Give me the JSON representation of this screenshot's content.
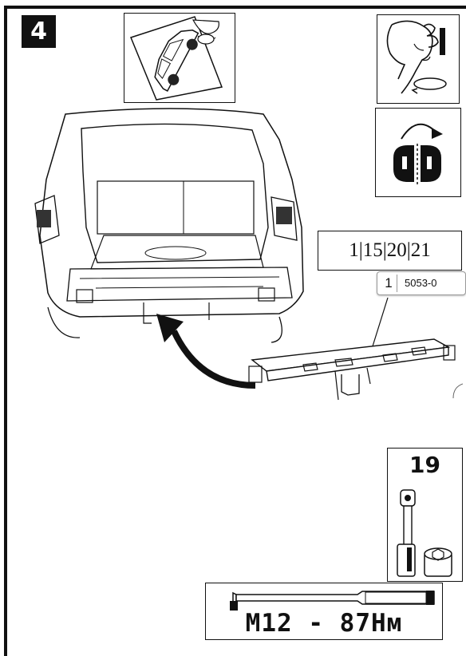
{
  "step": {
    "number": "4"
  },
  "parts": {
    "reference": "1|15|20|21"
  },
  "part_label": {
    "number": "1",
    "code": "5053-0"
  },
  "tool": {
    "socket_size": "19"
  },
  "torque": {
    "spec": "M12 - 87Нм"
  },
  "icons": [
    "car-lift-icon",
    "hand-tighten-icon",
    "rotate-clockwise-icon",
    "socket-wrench-icon",
    "torque-wrench-icon"
  ]
}
